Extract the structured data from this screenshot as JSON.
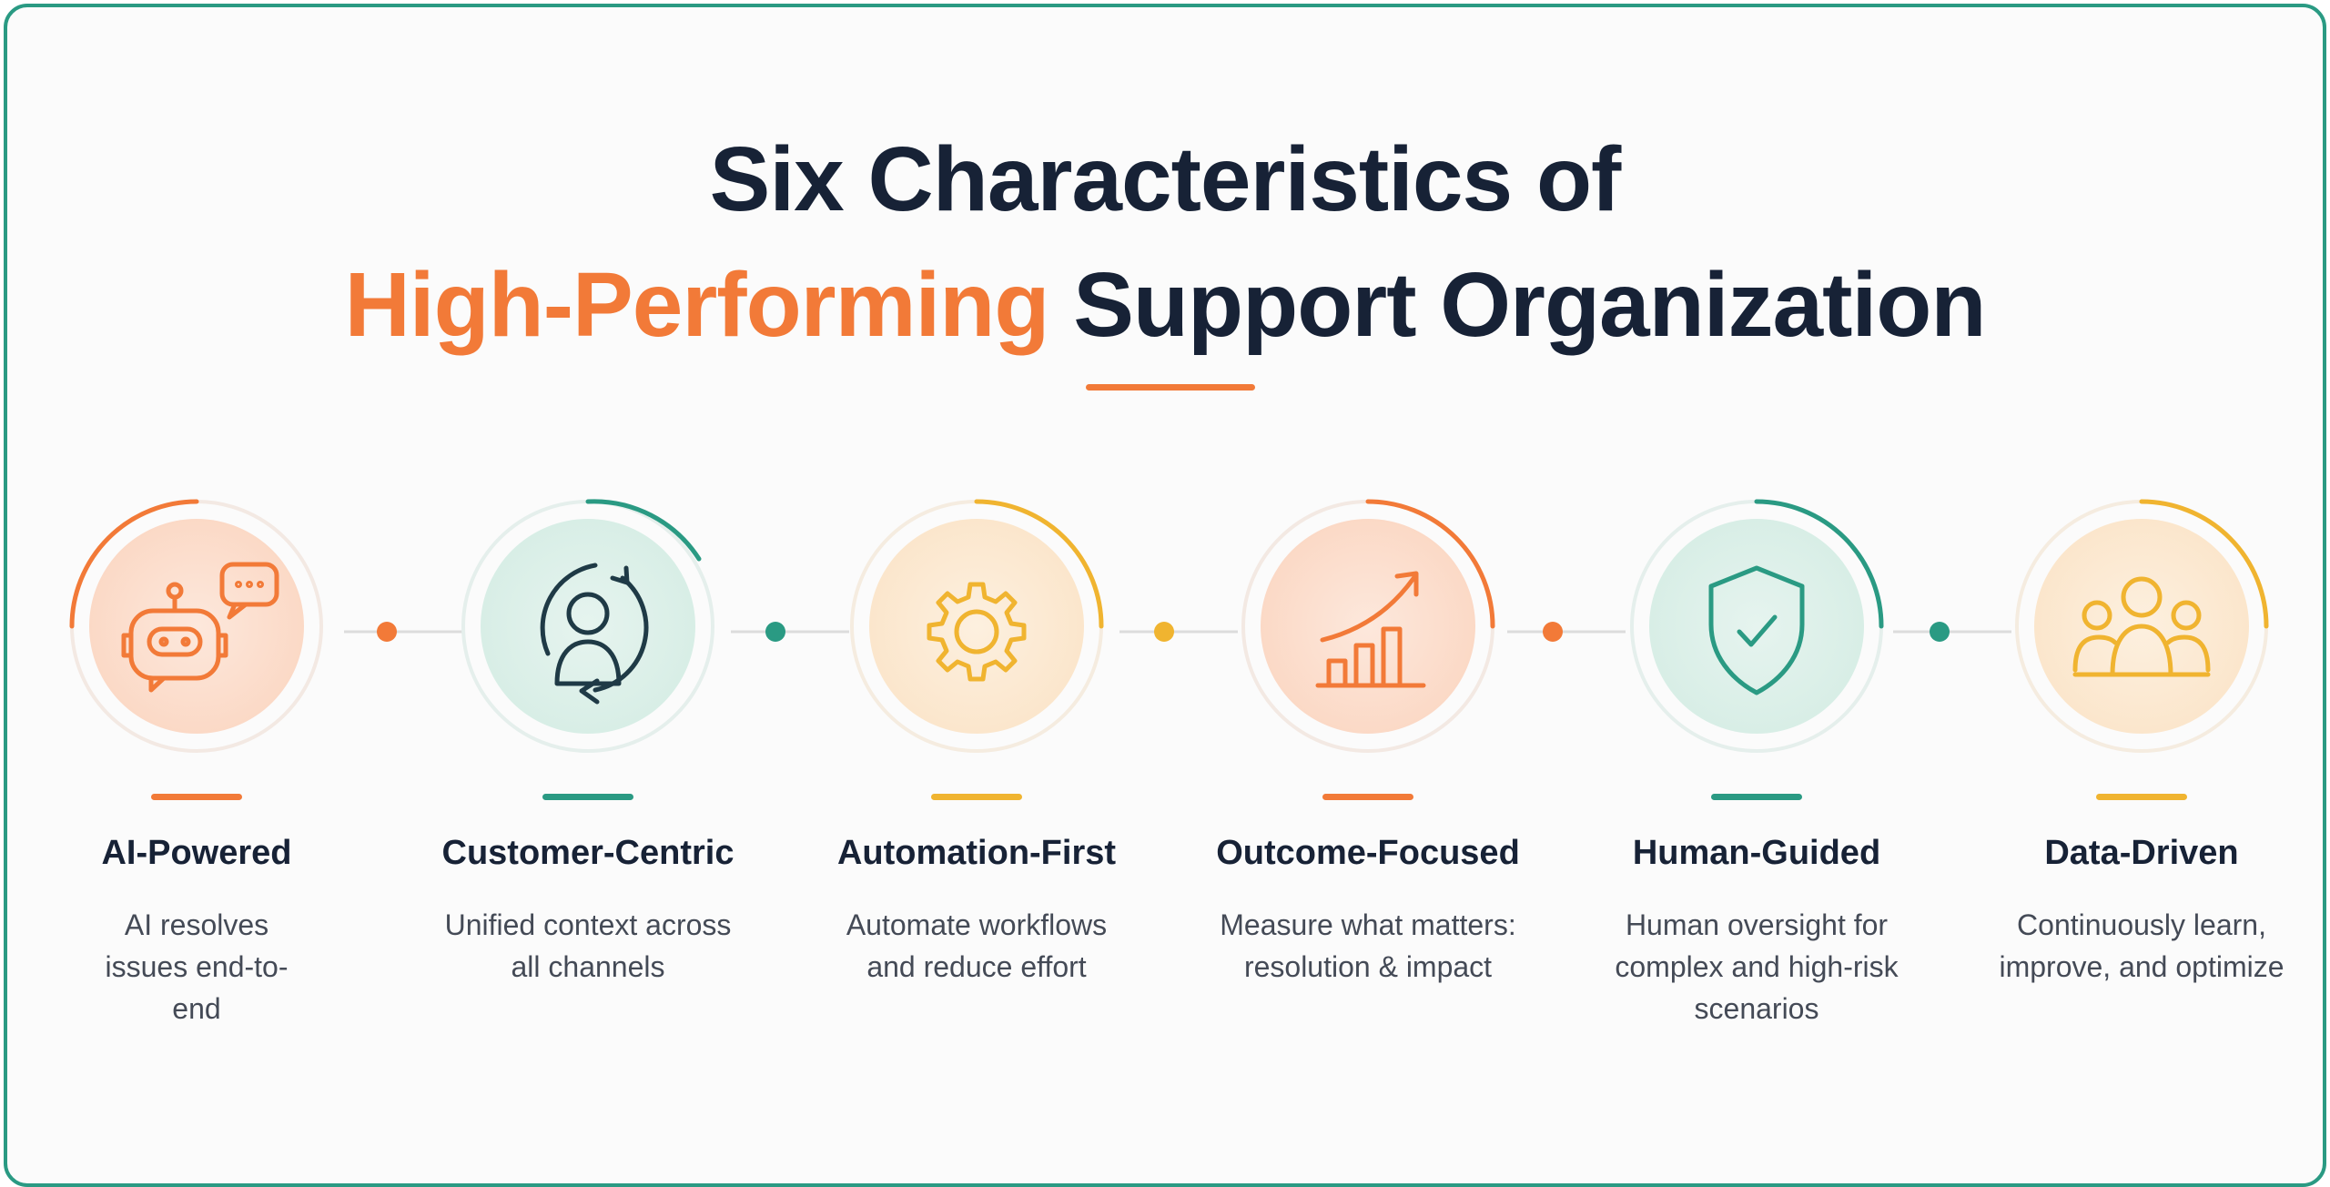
{
  "title": {
    "line1": "Six Characteristics of",
    "line2_accent": "High-Performing",
    "line2_rest": " Support Organization"
  },
  "colors": {
    "orange": "#f27a38",
    "teal": "#2a9a83",
    "amber": "#f0b430",
    "navy": "#172236",
    "frame": "#2a9a83"
  },
  "characteristics": [
    {
      "label": "AI-Powered",
      "description": "AI resolves issues end-to-end",
      "icon": "robot-chat-icon",
      "accent": "orange"
    },
    {
      "label": "Customer-Centric",
      "description": "Unified context across all channels",
      "icon": "customer-cycle-icon",
      "accent": "teal"
    },
    {
      "label": "Automation-First",
      "description": "Automate workflows and reduce effort",
      "icon": "gear-icon",
      "accent": "amber"
    },
    {
      "label": "Outcome-Focused",
      "description": "Measure what matters: resolution & impact",
      "icon": "growth-chart-icon",
      "accent": "orange"
    },
    {
      "label": "Human-Guided",
      "description": "Human oversight for complex and high-risk scenarios",
      "icon": "shield-check-icon",
      "accent": "teal"
    },
    {
      "label": "Data-Driven",
      "description": "Continuously learn, improve, and optimize",
      "icon": "team-icon",
      "accent": "amber"
    }
  ]
}
